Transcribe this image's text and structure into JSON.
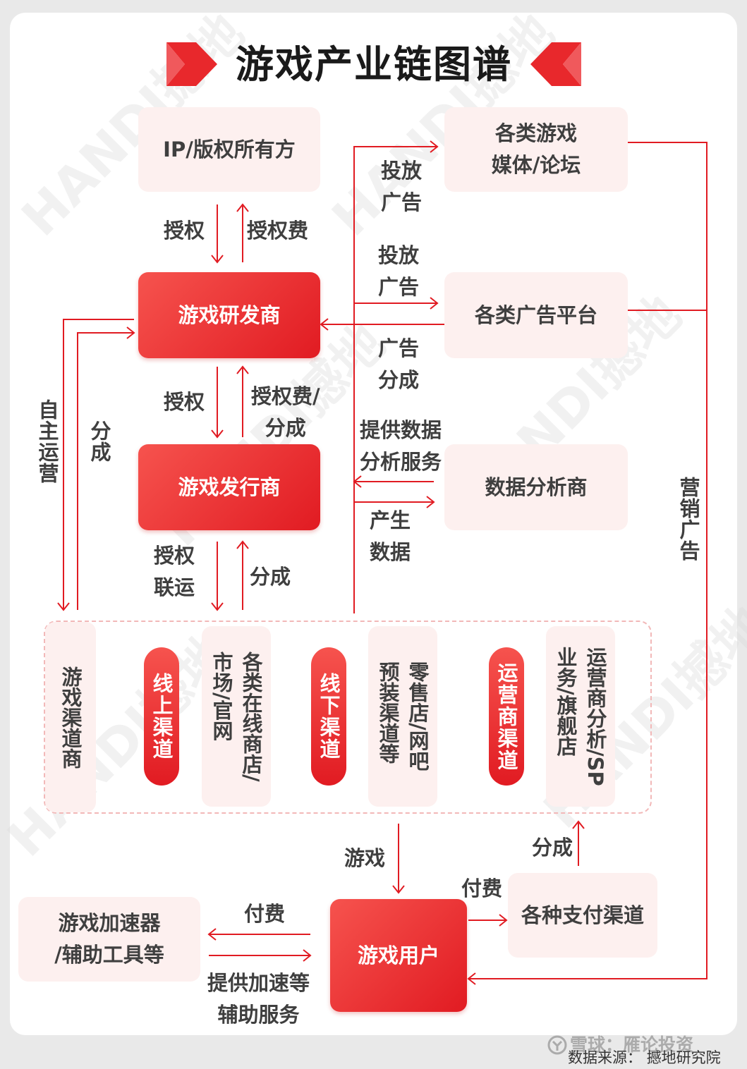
{
  "title": "游戏产业链图谱",
  "colors": {
    "accent": "#e11b22",
    "box_light": "#fdf0ef",
    "arrow": "#e11b22"
  },
  "nodes": {
    "ip_owner": "IP/版权所有方",
    "game_media": "各类游戏\n媒体/论坛",
    "developer": "游戏研发商",
    "ad_platform": "各类广告平台",
    "publisher": "游戏发行商",
    "data_analyst": "数据分析商",
    "channel_provider": "游戏渠道商",
    "online_channel": "线上渠道",
    "online_channel_desc": "各类在线商店/\n市场/官网",
    "offline_channel": "线下渠道",
    "offline_channel_desc": "零售店/网吧\n预装渠道等",
    "operator_channel": "运营商渠道",
    "operator_channel_desc": "运营商分析/SP\n业务/旗舰店",
    "payment_channel": "各种支付渠道",
    "accelerator": "游戏加速器\n/辅助工具等",
    "game_user": "游戏用户"
  },
  "edges": {
    "license_1": "授权",
    "license_fee_1": "授权费",
    "ad_to_media": "投放\n广告",
    "ad_to_platform": "投放\n广告",
    "ad_revenue_share": "广告\n分成",
    "license_2": "授权",
    "license_fee_share": "授权费/\n分成",
    "data_service": "提供数据\n分析服务",
    "generate_data": "产生\n数据",
    "license_joint_op": "授权\n联运",
    "share_1": "分成",
    "self_operation": "自主运营",
    "share_left": "分成",
    "marketing_ads": "营销广告",
    "game": "游戏",
    "share_2": "分成",
    "pay_1": "付费",
    "pay_2": "付费",
    "accel_service": "提供加速等\n辅助服务"
  },
  "footer": {
    "source": "数据来源： 撼地研究院",
    "sticker": "雪球：雁论投资"
  }
}
